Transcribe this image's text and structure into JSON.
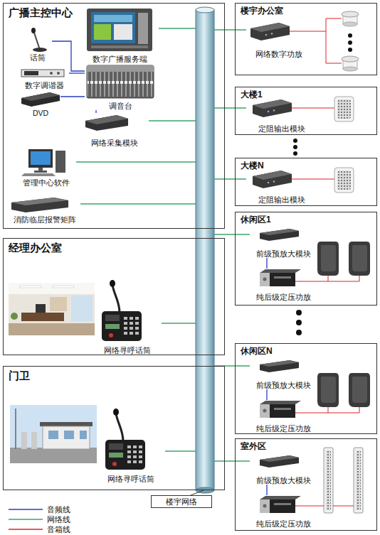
{
  "diagram": {
    "nodes": [
      {
        "text": [
          "广播主控中心"
        ]
      },
      {
        "text": [
          "话筒"
        ],
        "in": 0
      },
      {
        "text": [
          "数字广播服务端"
        ],
        "in": 0
      },
      {
        "text": [
          "数字调谐器"
        ],
        "in": 0
      },
      {
        "text": [
          "DVD"
        ],
        "in": 0
      },
      {
        "text": [
          "调音台"
        ],
        "in": 0
      },
      {
        "text": [
          "网络采集模块"
        ],
        "in": 0
      },
      {
        "text": [
          "管理中心软件"
        ],
        "in": 0
      },
      {
        "text": [
          "消防临层报警矩阵"
        ],
        "in": 0
      },
      {
        "text": [
          "经理办公室"
        ]
      },
      {
        "text": [
          "网络寻呼话筒"
        ],
        "in": 9
      },
      {
        "text": [
          "门卫"
        ]
      },
      {
        "text": [
          "网络寻呼话筒"
        ],
        "in": 11
      },
      {
        "text": [
          "楼宇网络"
        ]
      },
      {
        "text": [
          "楼宇办公室"
        ]
      },
      {
        "text": [
          "网络数字功放"
        ],
        "in": 14
      },
      {
        "text": [
          "大楼1"
        ]
      },
      {
        "text": [
          "定阻输出模块"
        ],
        "in": 16
      },
      {
        "text": [
          "大楼N"
        ]
      },
      {
        "text": [
          "定阻输出模块"
        ],
        "in": 18
      },
      {
        "text": [
          "休闲区1"
        ]
      },
      {
        "text": [
          "前级预放大模块"
        ],
        "in": 20
      },
      {
        "text": [
          "纯后级定压功放"
        ],
        "in": 20
      },
      {
        "text": [
          "休闲区N"
        ]
      },
      {
        "text": [
          "前级预放大模块"
        ],
        "in": 23
      },
      {
        "text": [
          "纯后级定压功放"
        ],
        "in": 23
      },
      {
        "text": [
          "室外区"
        ]
      },
      {
        "text": [
          "前级预放大模块"
        ],
        "in": 26
      },
      {
        "text": [
          "纯后级定压功放"
        ],
        "in": 26
      }
    ],
    "edges": [
      {
        "from": 1,
        "to": 5,
        "arrow": "none"
      },
      {
        "from": 3,
        "to": 5,
        "arrow": "none"
      },
      {
        "from": 4,
        "to": 5,
        "arrow": "none"
      },
      {
        "from": 5,
        "to": 6,
        "arrow": "none"
      },
      {
        "from": 21,
        "to": 22,
        "arrow": "none"
      },
      {
        "from": 24,
        "to": 25,
        "arrow": "none"
      },
      {
        "from": 27,
        "to": 28,
        "arrow": "none"
      },
      {
        "from": 2,
        "to": 13,
        "arrow": "none"
      },
      {
        "from": 6,
        "to": 13,
        "arrow": "none"
      },
      {
        "from": 7,
        "to": 13,
        "arrow": "none"
      },
      {
        "from": 8,
        "to": 13,
        "arrow": "none"
      },
      {
        "from": 10,
        "to": 13,
        "arrow": "none"
      },
      {
        "from": 12,
        "to": 13,
        "arrow": "none"
      },
      {
        "from": 15,
        "to": 13,
        "arrow": "none"
      },
      {
        "from": 17,
        "to": 13,
        "arrow": "none"
      },
      {
        "from": 19,
        "to": 13,
        "arrow": "none"
      },
      {
        "from": 21,
        "to": 13,
        "arrow": "none"
      },
      {
        "from": 24,
        "to": 13,
        "arrow": "none"
      },
      {
        "from": 27,
        "to": 13,
        "arrow": "none"
      }
    ],
    "legend": [
      {
        "text": "音频线"
      },
      {
        "text": "网络线"
      },
      {
        "text": "音箱线"
      }
    ]
  }
}
